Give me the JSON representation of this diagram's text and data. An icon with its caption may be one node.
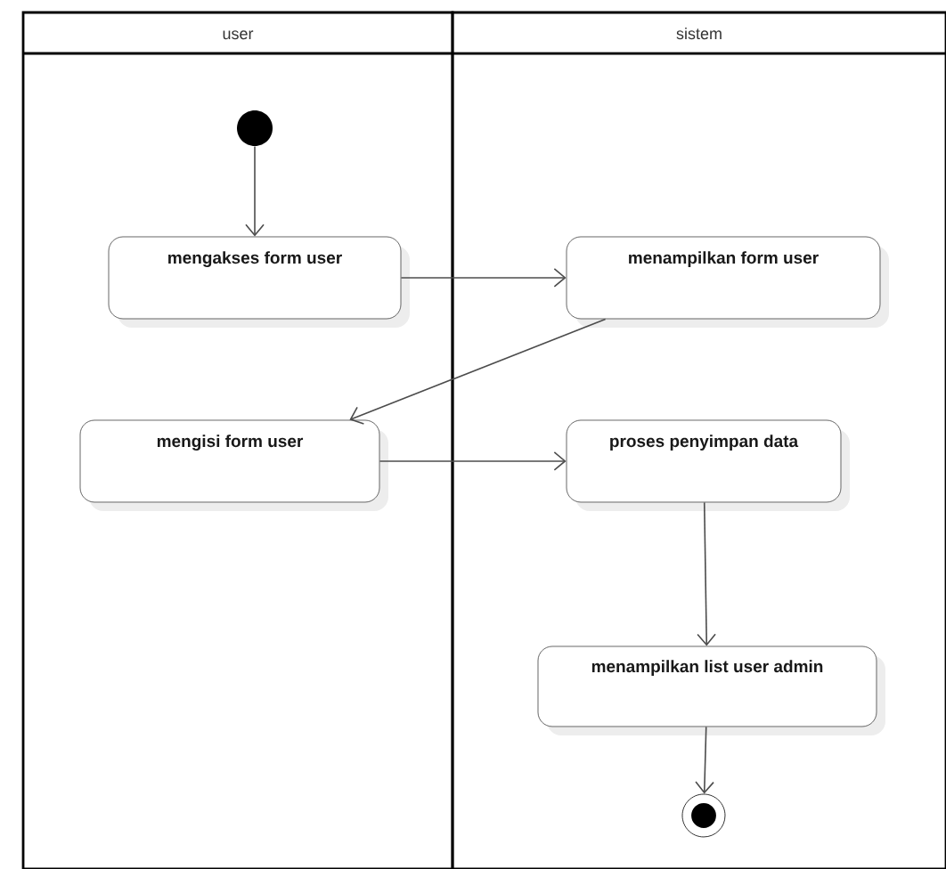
{
  "diagram": {
    "nodes": [
      {
        "text": [
          "user"
        ]
      },
      {
        "text": [
          "sistem"
        ]
      },
      {
        "text": [],
        "shape": "circle",
        "in": 0
      },
      {
        "text": [
          "mengakses form user"
        ],
        "in": 0
      },
      {
        "text": [
          "menampilkan form user"
        ],
        "in": 1
      },
      {
        "text": [
          "mengisi form user"
        ],
        "in": 0
      },
      {
        "text": [
          "proses penyimpan data"
        ],
        "in": 1
      },
      {
        "text": [
          "menampilkan list user admin"
        ],
        "in": 1
      },
      {
        "text": [],
        "shape": "bullseye",
        "in": 1
      }
    ],
    "edges": [
      {
        "from": 2,
        "to": 3,
        "arrow": "to"
      },
      {
        "from": 3,
        "to": 4,
        "arrow": "to"
      },
      {
        "from": 4,
        "to": 5,
        "arrow": "to"
      },
      {
        "from": 5,
        "to": 6,
        "arrow": "to"
      },
      {
        "from": 6,
        "to": 7,
        "arrow": "to"
      },
      {
        "from": 7,
        "to": 8,
        "arrow": "to"
      }
    ]
  }
}
